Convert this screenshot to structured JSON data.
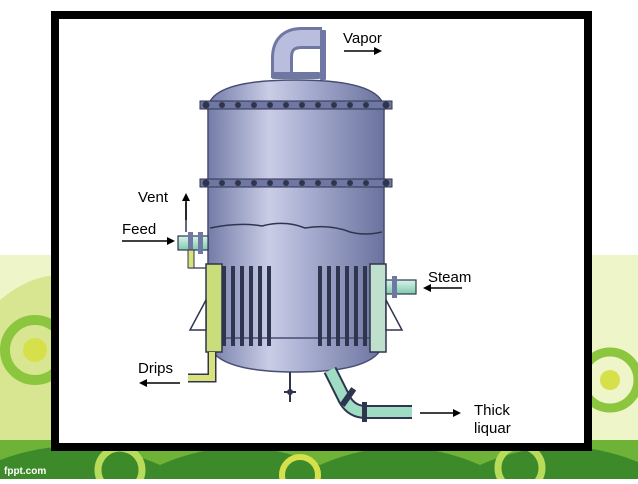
{
  "diagram": {
    "labels": {
      "vapor": "Vapor",
      "vent": "Vent",
      "feed": "Feed",
      "steam": "Steam",
      "drips": "Drips",
      "thick_line1": "Thick",
      "thick_line2": "liquar"
    },
    "watermark": "fppt.com"
  },
  "colors": {
    "frame": "#000000",
    "panel": "#ffffff",
    "vessel": "#9ea5c9",
    "vessel_dark": "#6f77a3",
    "vessel_light": "#d5d9ee",
    "jacket": "#c9dd7a",
    "jacket_right": "#bfe0cc",
    "pipe_green": "#9fdcc4",
    "pipe_yellow": "#d9e27a",
    "bg_green": "#8cc63f",
    "bg_yellow": "#d6e04a",
    "bg_dark": "#3d8a2a"
  }
}
